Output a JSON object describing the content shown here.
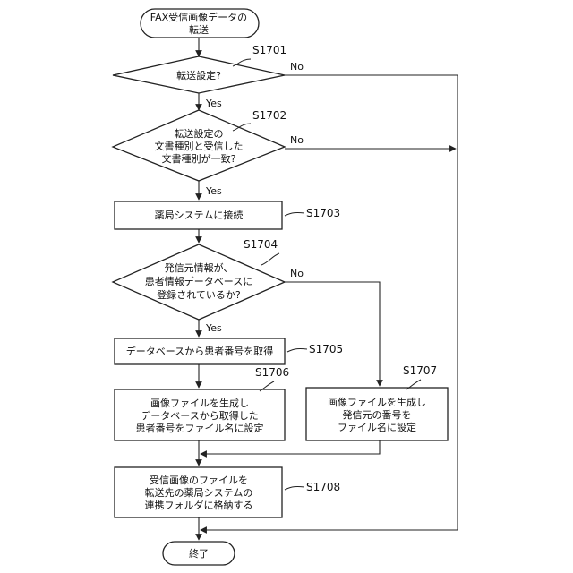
{
  "start": {
    "lines": [
      "FAX受信画像データの",
      "転送"
    ]
  },
  "steps": {
    "s1701": {
      "label": "S1701",
      "lines": [
        "転送設定?"
      ],
      "yes": "Yes",
      "no": "No"
    },
    "s1702": {
      "label": "S1702",
      "lines": [
        "転送設定の",
        "文書種別と受信した",
        "文書種別が一致?"
      ],
      "yes": "Yes",
      "no": "No"
    },
    "s1703": {
      "label": "S1703",
      "lines": [
        "薬局システムに接続"
      ]
    },
    "s1704": {
      "label": "S1704",
      "lines": [
        "発信元情報が、",
        "患者情報データベースに",
        "登録されているか?"
      ],
      "yes": "Yes",
      "no": "No"
    },
    "s1705": {
      "label": "S1705",
      "lines": [
        "データベースから患者番号を取得"
      ]
    },
    "s1706": {
      "label": "S1706",
      "lines": [
        "画像ファイルを生成し",
        "データベースから取得した",
        "患者番号をファイル名に設定"
      ]
    },
    "s1707": {
      "label": "S1707",
      "lines": [
        "画像ファイルを生成し",
        "発信元の番号を",
        "ファイル名に設定"
      ]
    },
    "s1708": {
      "label": "S1708",
      "lines": [
        "受信画像のファイルを",
        "転送先の薬局システムの",
        "連携フォルダに格納する"
      ]
    }
  },
  "end": {
    "lines": [
      "終了"
    ]
  }
}
